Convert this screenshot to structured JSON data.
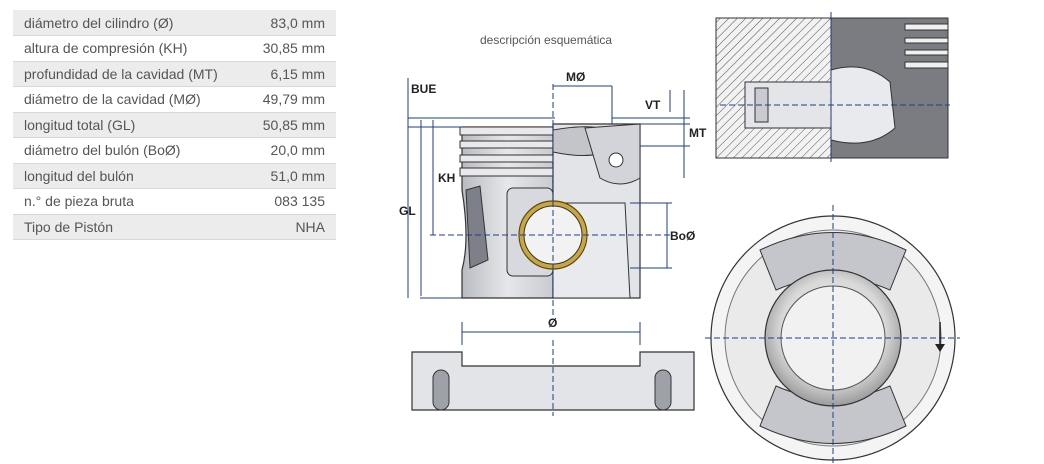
{
  "specs": [
    {
      "label": "diámetro del cilindro (Ø)",
      "value": "83,0 mm"
    },
    {
      "label": "altura de compresión (KH)",
      "value": "30,85 mm"
    },
    {
      "label": "profundidad de la cavidad (MT)",
      "value": "6,15 mm"
    },
    {
      "label": "diámetro de la cavidad (MØ)",
      "value": "49,79 mm"
    },
    {
      "label": "longitud total (GL)",
      "value": "50,85 mm"
    },
    {
      "label": "diámetro del bulón (BoØ)",
      "value": "20,0 mm"
    },
    {
      "label": "longitud del bulón",
      "value": "51,0 mm"
    },
    {
      "label": "n.° de pieza bruta",
      "value": "083 135"
    },
    {
      "label": "Tipo de Pistón",
      "value": "NHA"
    }
  ],
  "diagram": {
    "caption": "descripción esquemática",
    "labels": {
      "bue": "BUE",
      "mo": "MØ",
      "vt": "VT",
      "mt": "MT",
      "kh": "KH",
      "gl": "GL",
      "boo": "BoØ",
      "diameter": "Ø"
    }
  }
}
